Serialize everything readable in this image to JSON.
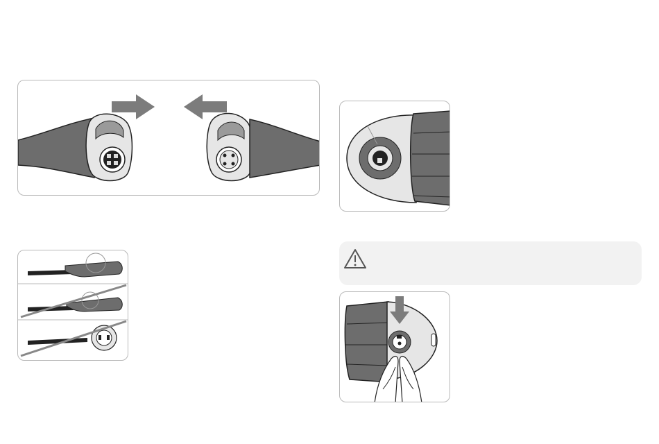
{
  "figures": [
    {
      "id": "connector-joining",
      "icons": [
        "arrow-right-icon",
        "arrow-left-icon"
      ]
    },
    {
      "id": "plug-orientation-steps",
      "icons": [
        "connector-side-view",
        "wrong-orientation-strike",
        "correct-orientation-strike"
      ]
    },
    {
      "id": "connector-socket-closeup",
      "icons": [
        "socket-icon"
      ]
    },
    {
      "id": "connector-insertion-hands",
      "icons": [
        "arrow-down-icon"
      ]
    }
  ],
  "warning": {
    "icon": "warning-triangle-icon",
    "text": ""
  },
  "colors": {
    "body_gray": "#6d6d6d",
    "arrow_gray": "#7c7c7c",
    "line_dark": "#222222",
    "light_fill": "#e6e6e6",
    "panel_border": "#b8b8b8",
    "warning_bg": "#f2f2f2"
  }
}
